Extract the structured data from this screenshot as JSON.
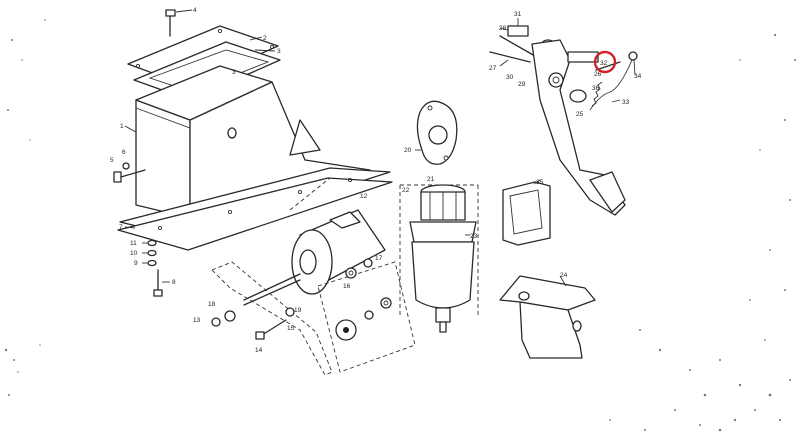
{
  "diagram": {
    "labels": {
      "p1": "1",
      "p2": "2",
      "p3": "3",
      "p4": "4",
      "p5": "5",
      "p6": "6",
      "p7": "7",
      "p8": "8",
      "p9": "9",
      "p10": "10",
      "p11": "11",
      "p12": "12",
      "p13": "13",
      "p14": "14",
      "p15": "15",
      "p16": "16",
      "p17": "17",
      "p18": "18",
      "p19": "19",
      "p20": "20",
      "p21": "21",
      "p22": "22",
      "p23": "23",
      "p24": "24",
      "p25": "25",
      "p26": "26",
      "p27": "27",
      "p28": "28",
      "p29": "29",
      "p30": "30",
      "p31": "31",
      "p32": "32",
      "p33": "33",
      "p34": "34",
      "p35": "35",
      "p36": "36",
      "p3b": "3"
    },
    "highlight": {
      "part": "32",
      "color": "#d0202a"
    }
  }
}
